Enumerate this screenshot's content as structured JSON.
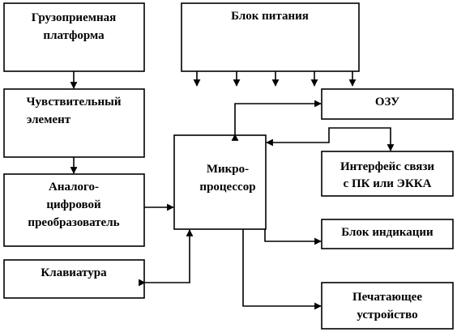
{
  "blocks": {
    "platform": {
      "line1": "Грузоприемная",
      "line2": "платформа"
    },
    "power": {
      "line1": "Блок питания"
    },
    "sensor": {
      "line1": "Чувствительный",
      "line2": "элемент"
    },
    "adc": {
      "line1": "Аналого-",
      "line2": "цифровой",
      "line3": "преобразователь"
    },
    "keyboard": {
      "line1": "Клавиатура"
    },
    "cpu": {
      "line1": "Микро-",
      "line2": "процессор"
    },
    "ram": {
      "line1": "ОЗУ"
    },
    "interface": {
      "line1": "Интерфейс связи",
      "line2": "с ПК или ЭККА"
    },
    "display": {
      "line1": "Блок индикации"
    },
    "printer": {
      "line1": "Печатающее",
      "line2": "устройство"
    }
  }
}
